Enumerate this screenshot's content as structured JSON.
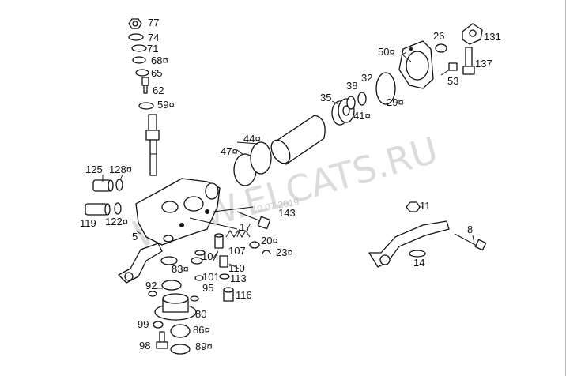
{
  "watermark": "WWW.ELCATS.RU",
  "date_stamp": "10.07.2019",
  "callouts": {
    "c77": "77",
    "c74": "74",
    "c71": "71",
    "c68": "68¤",
    "c65": "65",
    "c62": "62",
    "c59": "59¤",
    "c125": "125",
    "c128": "128¤",
    "c119": "119",
    "c122": "122¤",
    "c5": "5",
    "c44": "44¤",
    "c47": "47¤",
    "c35": "35",
    "c38": "38",
    "c41": "41¤",
    "c32": "32",
    "c29": "29¤",
    "c50": "50¤",
    "c26": "26",
    "c131": "131",
    "c137": "137",
    "c53": "53",
    "c143": "143",
    "c17": "17",
    "c20": "20¤",
    "c23": "23¤",
    "c107": "107",
    "c104": "104",
    "c110": "110",
    "c101": "101",
    "c113": "113",
    "c116": "116",
    "c83": "83¤",
    "c92": "92",
    "c95": "95",
    "c80": "80",
    "c99": "99",
    "c86": "86¤",
    "c98": "98",
    "c89": "89¤",
    "c11": "11",
    "c8": "8",
    "c14": "14"
  }
}
